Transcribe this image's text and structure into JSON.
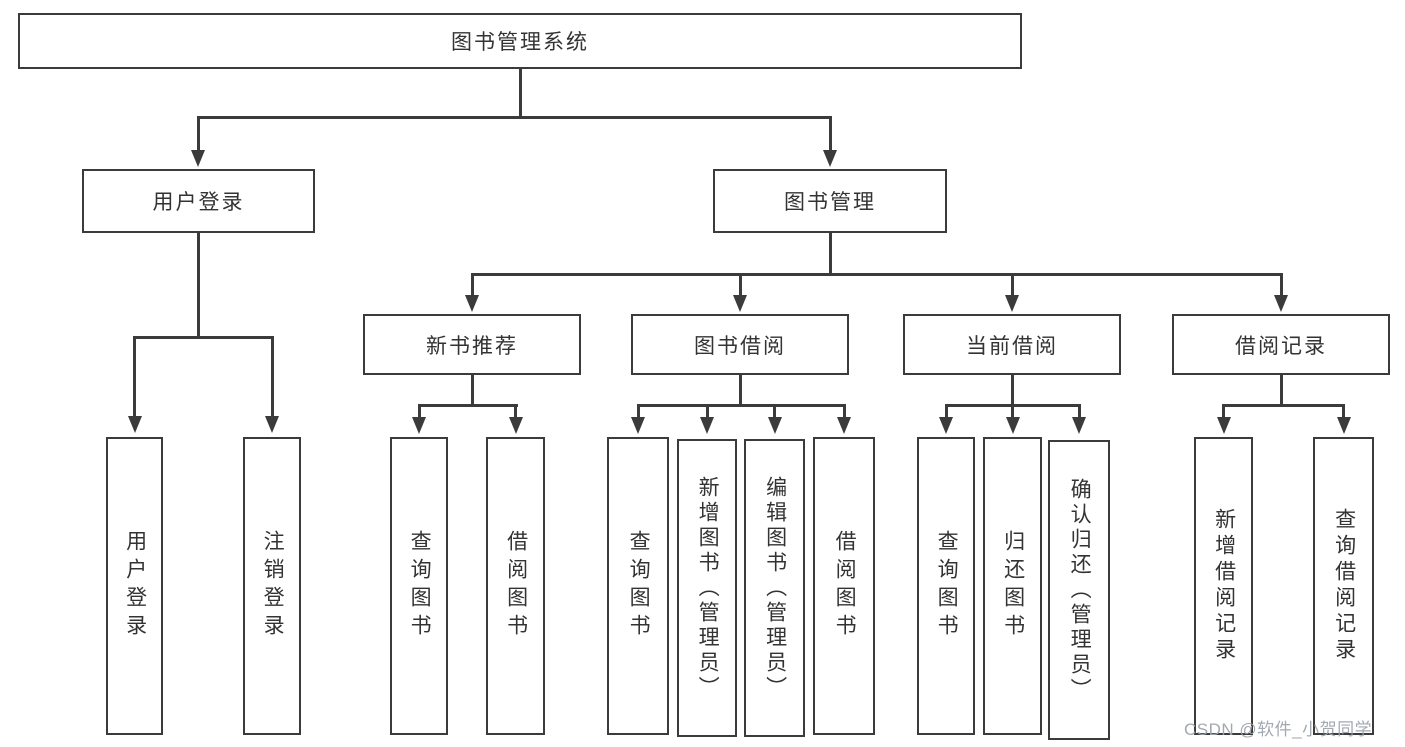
{
  "diagram": {
    "type": "hierarchy-tree",
    "title": "图书管理系统",
    "orientation": "top-down",
    "leaf_text_direction": "vertical"
  },
  "hierarchy": {
    "root": {
      "label": "图书管理系统",
      "children": [
        {
          "label": "用户登录",
          "children": [
            {
              "label": "用户登录"
            },
            {
              "label": "注销登录"
            }
          ]
        },
        {
          "label": "图书管理",
          "children": [
            {
              "label": "新书推荐",
              "children": [
                {
                  "label": "查询图书"
                },
                {
                  "label": "借阅图书"
                }
              ]
            },
            {
              "label": "图书借阅",
              "children": [
                {
                  "label": "查询图书"
                },
                {
                  "label": "新增图书（管理员）"
                },
                {
                  "label": "编辑图书（管理员）"
                },
                {
                  "label": "借阅图书"
                }
              ]
            },
            {
              "label": "当前借阅",
              "children": [
                {
                  "label": "查询图书"
                },
                {
                  "label": "归还图书"
                },
                {
                  "label": "确认归还（管理员）"
                }
              ]
            },
            {
              "label": "借阅记录",
              "children": [
                {
                  "label": "新增借阅记录"
                },
                {
                  "label": "查询借阅记录"
                }
              ]
            }
          ]
        }
      ]
    }
  },
  "watermark": {
    "text": "CSDN @软件_小贺同学"
  },
  "colors": {
    "background": "#ffffff",
    "line": "#3b3b3b",
    "box_border": "#3b3b3b",
    "text": "#333333",
    "watermark": "#9ea4ad"
  }
}
